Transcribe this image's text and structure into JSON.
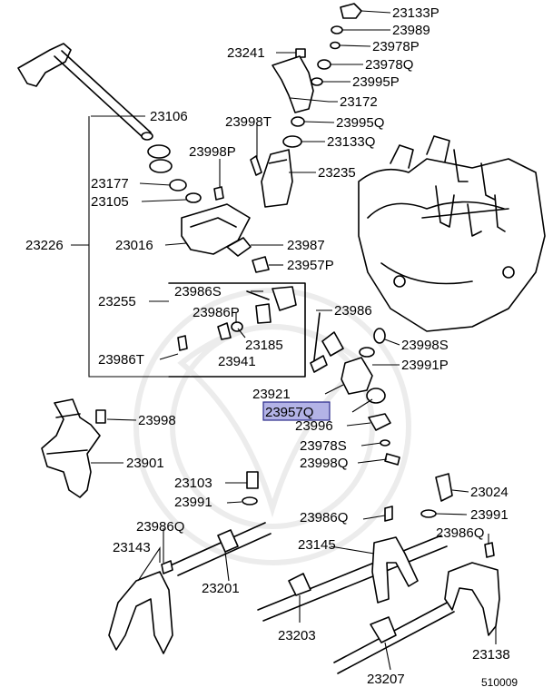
{
  "labels": {
    "p23133P": "23133P",
    "p23989": "23989",
    "p23978P": "23978P",
    "p23241": "23241",
    "p23978Q": "23978Q",
    "p23995P": "23995P",
    "p23172": "23172",
    "p23106": "23106",
    "p23998T": "23998T",
    "p23995Q": "23995Q",
    "p23133Q": "23133Q",
    "p23998P": "23998P",
    "p23235": "23235",
    "p23177": "23177",
    "p23105": "23105",
    "p23226": "23226",
    "p23016": "23016",
    "p23987": "23987",
    "p23957P": "23957P",
    "p23255": "23255",
    "p23986S": "23986S",
    "p23986P": "23986P",
    "p23185": "23185",
    "p23986": "23986",
    "p23986T": "23986T",
    "p23941": "23941",
    "p23998S": "23998S",
    "p23991P": "23991P",
    "p23921": "23921",
    "p23957Q": "23957Q",
    "p23998": "23998",
    "p23996": "23996",
    "p23978S": "23978S",
    "p23901": "23901",
    "p23998Q": "23998Q",
    "p23103": "23103",
    "p23024": "23024",
    "p23991a": "23991",
    "p23991b": "23991",
    "p23986Qa": "23986Q",
    "p23986Qb": "23986Q",
    "p23986Qc": "23986Q",
    "p23143": "23143",
    "p23145": "23145",
    "p23201": "23201",
    "p23203": "23203",
    "p23138": "23138",
    "p23207": "23207",
    "diagram_code": "510009"
  },
  "highlighted_part": "23957Q",
  "colors": {
    "highlight_fill": "#b3b3e6",
    "line": "#000000",
    "watermark": "#ececec"
  }
}
